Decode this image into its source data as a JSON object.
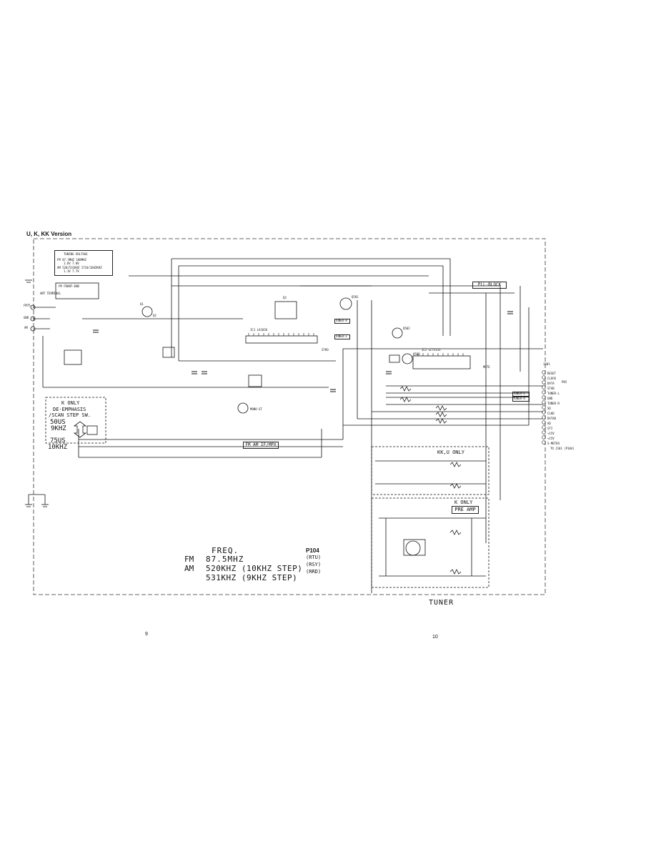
{
  "version_title": "U, K, KK Version",
  "tuning_voltage": {
    "title": "TUNING VOLTAGE",
    "fm_row": "FM 87.5MHZ 108MHZ",
    "fm_vals": "1.6V 7.0V",
    "am_row": "AM 520/531KHZ 1710/1602KHZ",
    "am_vals": "1.1V 7.7V"
  },
  "sections": {
    "pll_block": "PLL-BLOCK",
    "fm_front_end": "FM FRONT-END",
    "fm_am_if_mpx": "FM AM IF/MPX",
    "kk_u_only": "KK,U ONLY",
    "k_only": "K ONLY",
    "pre_amp": "PRE AMP",
    "tuner": "TUNER"
  },
  "k_only_box": {
    "title": "K ONLY",
    "line1": "DE-EMPHASIS",
    "line2": "/SCAN STEP SW.",
    "opt1_a": "50US",
    "opt1_b": "9KHZ",
    "opt2_a": "75US",
    "opt2_b": "10KHZ"
  },
  "antenna": {
    "terminal": "ANT TERMINAL",
    "fm_label": "FM75",
    "gnd_label": "GND",
    "am_label": "AM"
  },
  "connector_j301": {
    "header": "J301",
    "pins": [
      "RESET",
      "CLOCK",
      "DATA",
      "STAB",
      "TUNER-L",
      "GND",
      "TUNER-R",
      "SD",
      "CLKD",
      "DATAD",
      "AD",
      "STI",
      "+15V",
      "+15V",
      "S-METER"
    ],
    "note": "TO J101 (P104)",
    "side": "P05"
  },
  "freq_notes": {
    "title": "FREQ.",
    "fm_label": "FM",
    "fm_value": "87.5MHZ",
    "am_label": "AM",
    "am_value1": "520KHZ (10KHZ STEP)",
    "am_value2": "531KHZ (9KHZ STEP)",
    "ref_title": "P104",
    "ref1": "(RTU)",
    "ref2": "(RSY)",
    "ref3": "(RRD)"
  },
  "components": {
    "ic1": "IC1 LA1836",
    "ic2": "IC2 LC72131",
    "q1": "Q1",
    "q2": "Q2",
    "q3": "Q3",
    "q501": "Q501",
    "q502": "Q502",
    "q503": "Q503",
    "tuner_r": "TUNER-R",
    "tuner_l": "TUNER-L",
    "mono_st": "MONO-ST",
    "stro": "STRO",
    "mute": "MUTE"
  },
  "page_numbers": {
    "left": "9",
    "right": "10"
  }
}
